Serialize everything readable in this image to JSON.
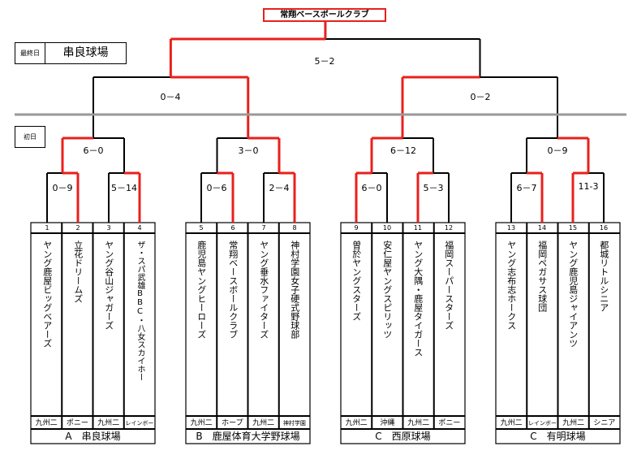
{
  "champion": "常翔ベースボールクラブ",
  "final_day": {
    "label": "最終日",
    "venue": "串良球場"
  },
  "first_day": {
    "label": "初日"
  },
  "scores": {
    "final": "5－2",
    "semi_left": "0－4",
    "semi_right": "0－2",
    "qf_a": "6－0",
    "qf_b": "3－0",
    "qf_c": "6－12",
    "qf_d": "0－9",
    "r1": [
      "0－9",
      "5－14",
      "0－6",
      "2－4",
      "6－0",
      "5－3",
      "6－7",
      "11-3"
    ]
  },
  "teams": [
    {
      "num": "1",
      "name": "ヤング鹿屋ビッグベアーズ",
      "league": "九州二"
    },
    {
      "num": "2",
      "name": "立花ドリームズ",
      "league": "ポニー"
    },
    {
      "num": "3",
      "name": "ヤング谷山ジャガーズ",
      "league": "九州二"
    },
    {
      "num": "4",
      "name": "ザ・スパ武雄BBC・八女スカイホー",
      "league": "レインボー"
    },
    {
      "num": "5",
      "name": "鹿児島ヤングヒーローズ",
      "league": "九州二"
    },
    {
      "num": "6",
      "name": "常翔ベースボールクラブ",
      "league": "ホープ"
    },
    {
      "num": "7",
      "name": "ヤング垂水ファイターズ",
      "league": "九州二"
    },
    {
      "num": "8",
      "name": "神村学園女子硬式野球部",
      "league": "神村学園"
    },
    {
      "num": "9",
      "name": "曽於ヤングスターズ",
      "league": "九州二"
    },
    {
      "num": "10",
      "name": "安仁屋ヤングスピリッツ",
      "league": "沖縄"
    },
    {
      "num": "11",
      "name": "ヤング大隅・鹿屋タイガース",
      "league": "九州二"
    },
    {
      "num": "12",
      "name": "福岡スーパースターズ",
      "league": "ポニー"
    },
    {
      "num": "13",
      "name": "ヤング志布志ホークス",
      "league": "九州二"
    },
    {
      "num": "14",
      "name": "福岡ペガサス球団",
      "league": "レインボー"
    },
    {
      "num": "15",
      "name": "ヤング鹿児島ジャイアンツ",
      "league": "九州二"
    },
    {
      "num": "16",
      "name": "都城リトルシニア",
      "league": "シニア"
    }
  ],
  "venues": [
    "A　串良球場",
    "B　鹿屋体育大学野球場",
    "C　西原球場",
    "C　有明球場"
  ],
  "colors": {
    "win": "#e8201c",
    "line": "#000000",
    "divider": "#999999"
  }
}
